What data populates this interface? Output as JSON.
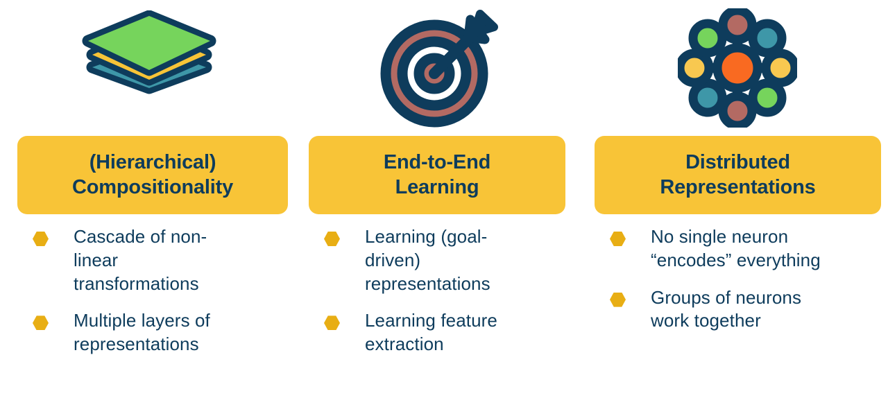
{
  "theme": {
    "background": "#FFFFFF",
    "navy": "#0E3C5C",
    "banner_amber": "#F8C437",
    "bullet_amber": "#E8AE14",
    "green": "#76D45C",
    "teal": "#3E97A8",
    "brick": "#B36A63",
    "orange": "#F96A21",
    "yellow_node": "#F8C850",
    "white": "#FFFFFF"
  },
  "columns": [
    {
      "icon": "layers-icon",
      "icon_layers": [
        {
          "name": "top-layer",
          "color": "#76D45C"
        },
        {
          "name": "middle-layer",
          "color": "#F8C437"
        },
        {
          "name": "bottom-layer",
          "color": "#3E97A8"
        }
      ],
      "title": "(Hierarchical) Compositionality",
      "title_lines": [
        "(Hierarchical)",
        "Compositionality"
      ],
      "bullets": [
        "Cascade of non-linear transformations",
        "Multiple layers of representations"
      ]
    },
    {
      "icon": "target-arrow-icon",
      "icon_parts": [
        {
          "name": "outer-ring",
          "color": "#B36A63"
        },
        {
          "name": "middle-ring",
          "color": "#B36A63"
        },
        {
          "name": "bullseye",
          "color": "#B36A63"
        },
        {
          "name": "arrow",
          "color": "#F96A21"
        }
      ],
      "title": "End-to-End Learning",
      "title_lines": [
        "End-to-End",
        "Learning"
      ],
      "bullets": [
        "Learning (goal-driven) representations",
        "Learning feature extraction"
      ]
    },
    {
      "icon": "network-nodes-icon",
      "icon_nodes": [
        {
          "name": "center-node",
          "color": "#F96A21"
        },
        {
          "name": "node-north",
          "color": "#B36A63"
        },
        {
          "name": "node-northeast",
          "color": "#3E97A8"
        },
        {
          "name": "node-east",
          "color": "#F8C850"
        },
        {
          "name": "node-southeast",
          "color": "#76D45C"
        },
        {
          "name": "node-south",
          "color": "#B36A63"
        },
        {
          "name": "node-southwest",
          "color": "#3E97A8"
        },
        {
          "name": "node-west",
          "color": "#F8C850"
        },
        {
          "name": "node-northwest",
          "color": "#76D45C"
        }
      ],
      "title": "Distributed Representations",
      "title_lines": [
        "Distributed",
        "Representations"
      ],
      "bullets": [
        "No single neuron “encodes” everything",
        "Groups of neurons work together"
      ]
    }
  ]
}
